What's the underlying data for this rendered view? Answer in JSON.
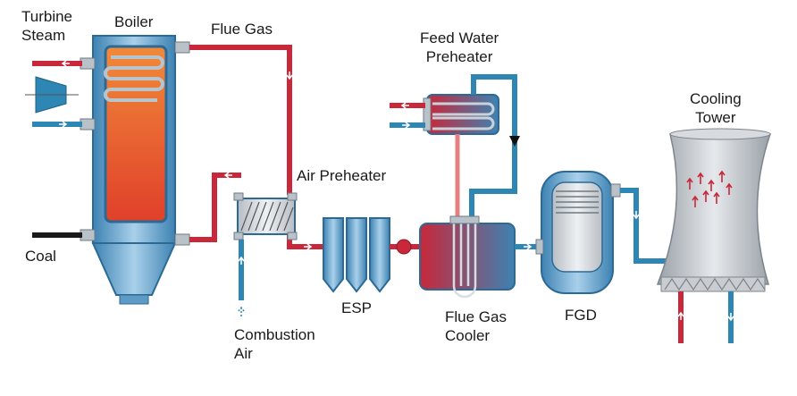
{
  "labels": {
    "turbine_steam": [
      "Turbine",
      "Steam"
    ],
    "boiler": "Boiler",
    "flue_gas": "Flue Gas",
    "feed_water_preheater": [
      "Feed Water",
      "Preheater"
    ],
    "cooling_tower": [
      "Cooling",
      "Tower"
    ],
    "air_preheater": "Air Preheater",
    "coal": "Coal",
    "esp": "ESP",
    "fgd": "FGD",
    "flue_gas_cooler": [
      "Flue Gas",
      "Cooler"
    ],
    "combustion_air": [
      "Combustion",
      "Air"
    ]
  },
  "colors": {
    "hot_pipe": "#c8283a",
    "cold_pipe": "#2e86b4",
    "vessel_blue": "#4f95c2",
    "boiler_fire": "#e8562a",
    "warm_pipe": "#e68080",
    "coal_pipe": "#1a1a1a"
  }
}
